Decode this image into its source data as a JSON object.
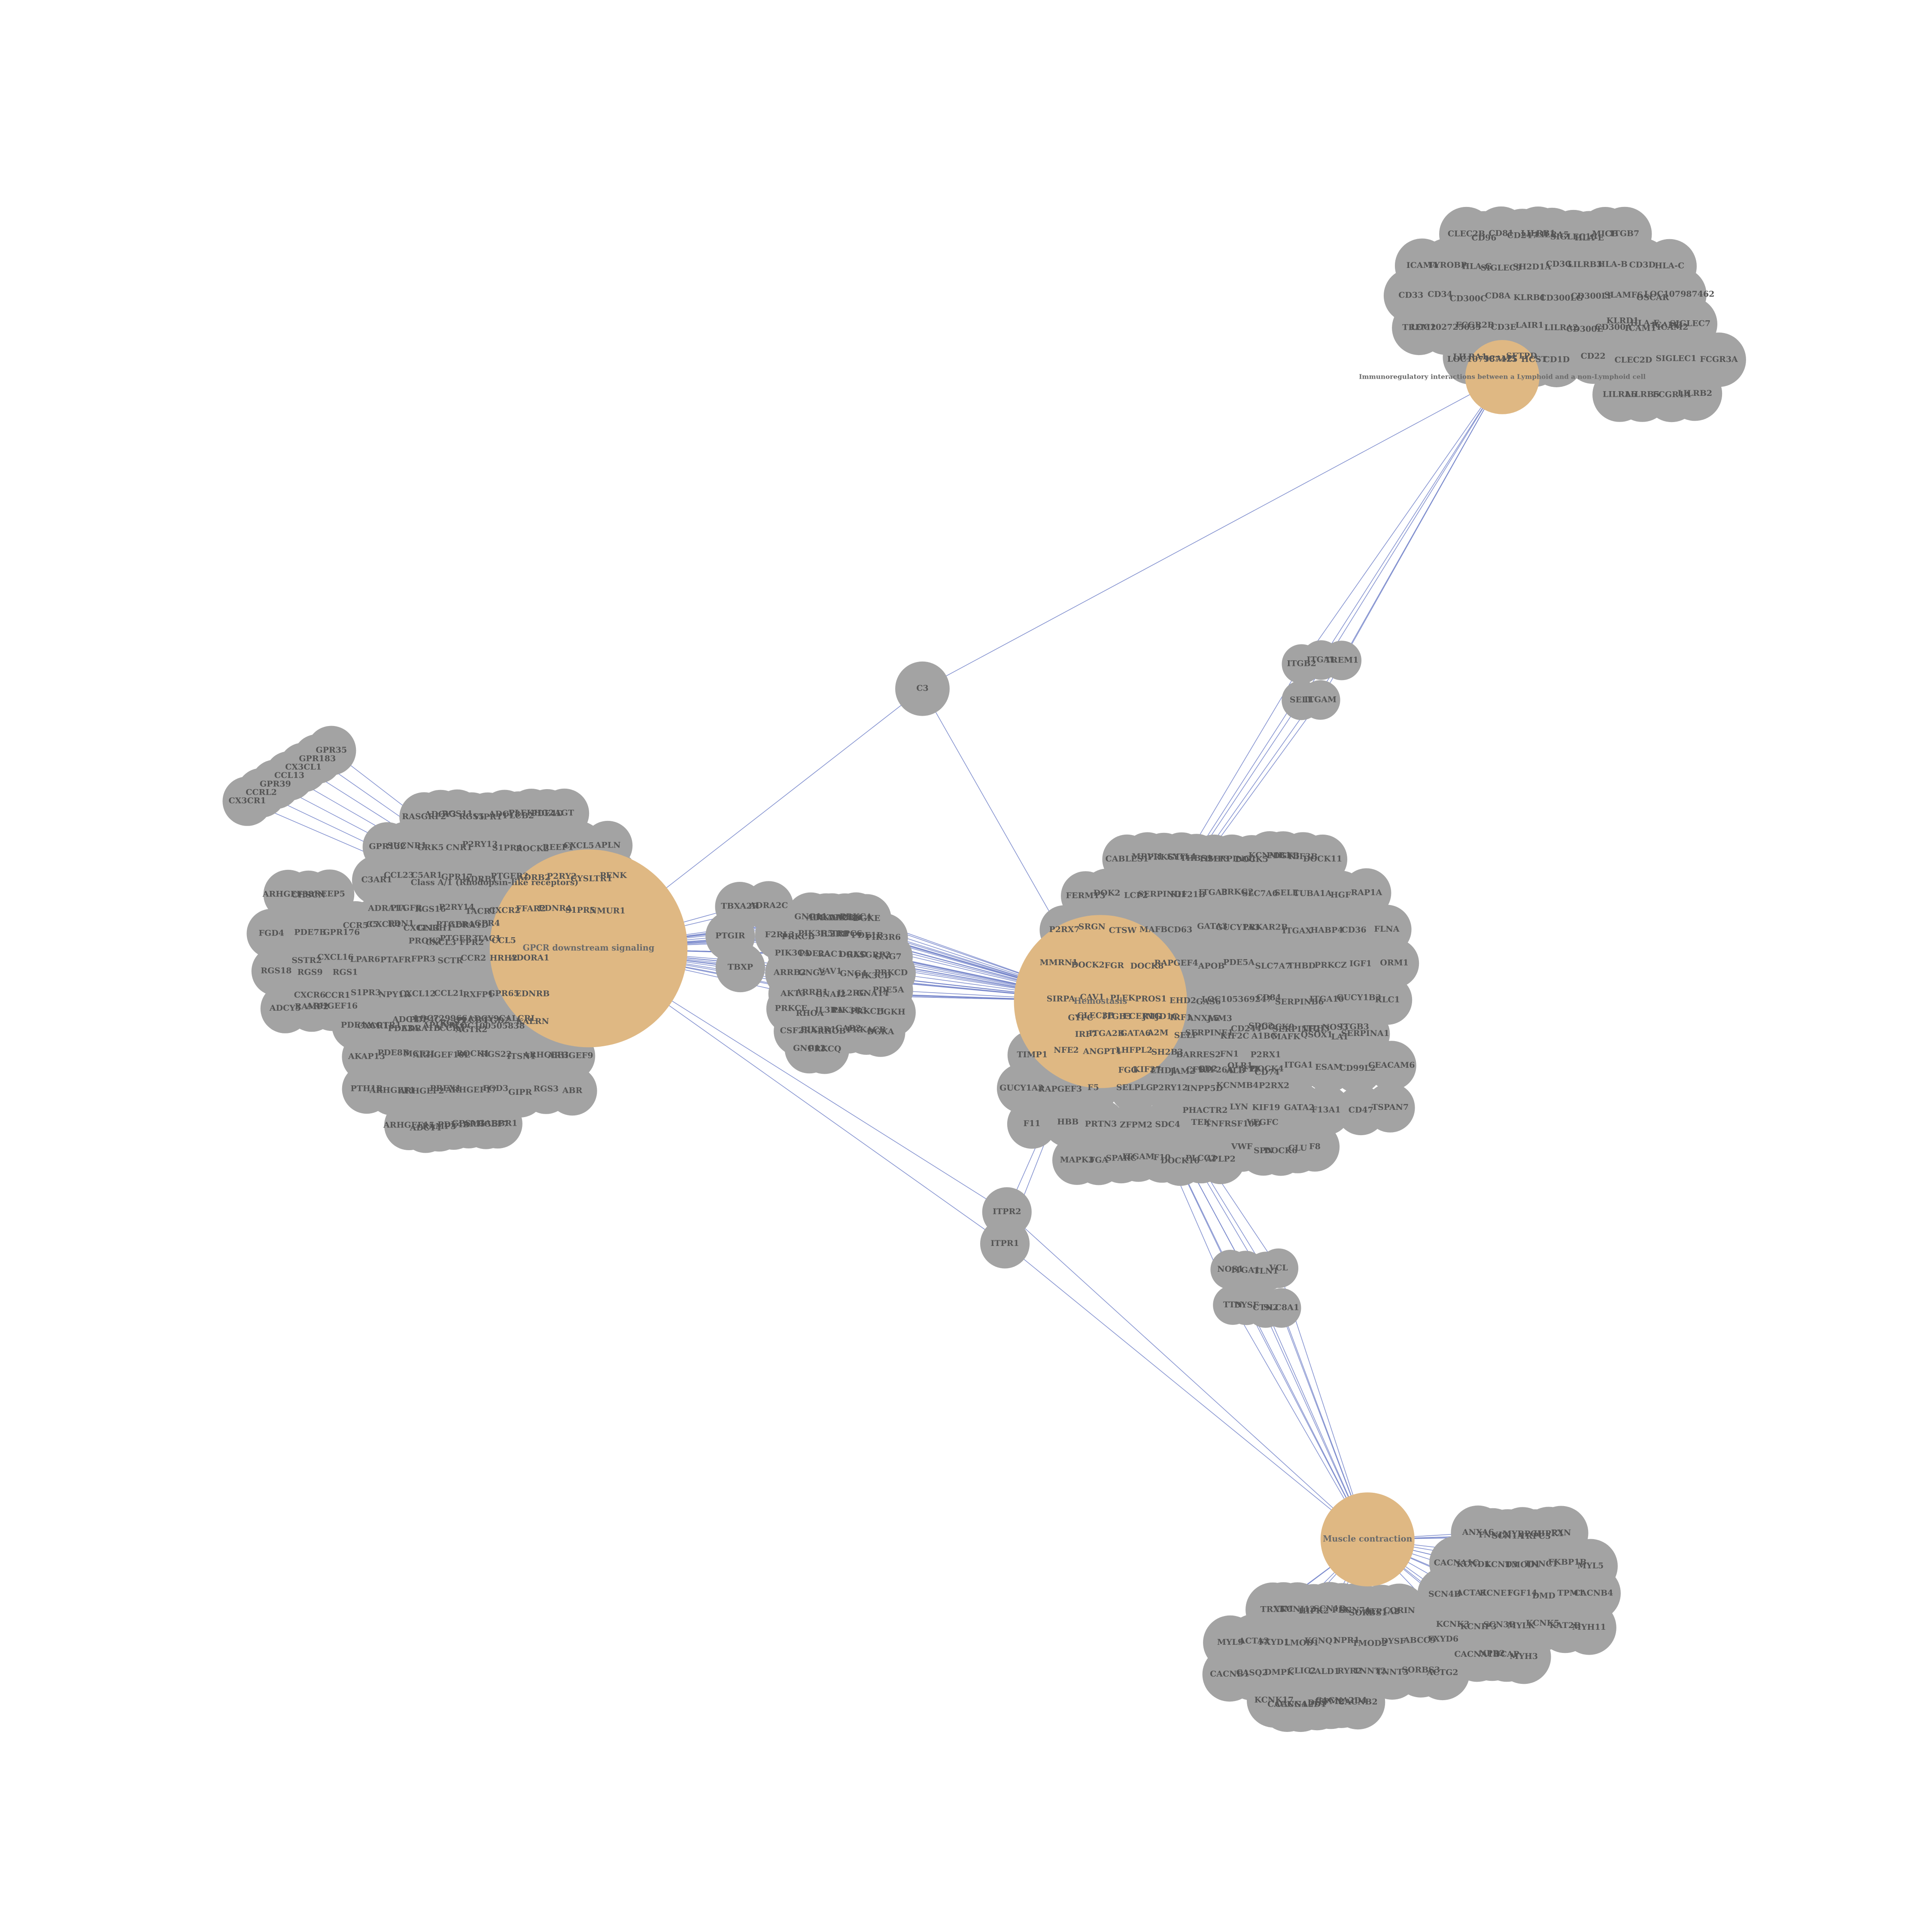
{
  "pathways": [
    {
      "id": "gpcr",
      "label": "GPCR downstream signaling"
    },
    {
      "id": "hemo",
      "label": "Hemostasis"
    },
    {
      "id": "immuno",
      "label": "Immunoregulatory interactions between a Lymphoid and a non-Lymphoid cell"
    },
    {
      "id": "muscle",
      "label": "Muscle contraction"
    }
  ],
  "gene_groups": [
    {
      "id": "g_chemo",
      "genes": [
        "GPR35",
        "GPR183",
        "CX3CL1",
        "CCL13",
        "GPR39",
        "CCRL2",
        "CX3CR1"
      ]
    },
    {
      "id": "g_gpcr",
      "title": "Class A/1 (Rhodopsin-like receptors)",
      "genes": [
        "RASGRF2",
        "ADCY3",
        "RGS11",
        "RGS5",
        "VIPR1",
        "ADCY8",
        "PLCB2",
        "PLEKHG2",
        "PDE4D",
        "AGT",
        "GPR132",
        "SUCNR1",
        "GRK5",
        "CNR1",
        "P2RY13",
        "S1PR4",
        "ROCK2",
        "REEP1",
        "CXCL5",
        "APLN",
        "C3AR1",
        "CCL23",
        "C5AR1",
        "GPR17",
        "ADRB1",
        "PTGER2",
        "ADRB2",
        "P2RY2",
        "CYSLTR1",
        "PENK",
        "ADRA1A",
        "PTGFR",
        "RGS16",
        "P2RY14",
        "TACR1",
        "CXCR2",
        "FFAR2",
        "EDNRA",
        "S1PR5",
        "NMUR1",
        "PROK2",
        "CXCL3",
        "PTGER3",
        "FPR2",
        "TAC1",
        "CCL5",
        "CCR5",
        "C5",
        "CXCR4",
        "EDN1",
        "CXCL13",
        "GNRH1",
        "PTGER4",
        "ADRA1D",
        "GPR4",
        "SSTR2",
        "CXCL16",
        "LPAR6",
        "PTAFR",
        "FPR3",
        "SCTR",
        "CCR2",
        "HRH2",
        "ADORA1",
        "CXCR6",
        "CCR1",
        "S1PR3",
        "NPY1R",
        "CXCL12",
        "CCL21",
        "RXFP1",
        "GPR65",
        "EDNRB",
        "PDE4A",
        "CXCR1",
        "AGTR1",
        "PDE3A",
        "ADRA1B",
        "APLNR",
        "CCR4",
        "AGTR2",
        "LOC100505838",
        "ADCY7",
        "PDE4C",
        "LOC729966",
        "RGS2",
        "PLCB4",
        "ADCY9",
        "FGD2",
        "CALCRL",
        "KALRN",
        "AKAP13",
        "PDE8B",
        "MCF2L",
        "ARHGEF10L",
        "ROCK1",
        "RGS22",
        "ITSN1",
        "ARHGEF3",
        "ARHGEF9",
        "PTH1R",
        "ARHGEF1",
        "ARHGEF2",
        "PREX1",
        "ARHGEF17",
        "FGD3",
        "GIPR",
        "RGS3",
        "ABR",
        "ARHGEF15",
        "ADCY4",
        "RAMP3",
        "PDE4B",
        "GPSM1",
        "ARHGEF7",
        "GABBR1",
        "ARHGEF38",
        "CHSCN",
        "REEP5",
        "FGD4",
        "PDE7B",
        "GPR176",
        "RGS18",
        "RGS9",
        "RGS1",
        "ADCY5",
        "RAMP2",
        "ARHGEF16"
      ]
    },
    {
      "id": "g_bridge1",
      "genes": [
        "TBXA2R",
        "ADRA2C",
        "PTGIR",
        "F2RL3",
        "TBXP"
      ]
    },
    {
      "id": "g_bridge2",
      "genes": [
        "GNG11",
        "ADRA2B",
        "PRKAR2B",
        "DAGLB",
        "PRKCA",
        "DGKE",
        "PRKCB",
        "PIK3R5",
        "IL2RB",
        "TRPC6",
        "PDE1B",
        "PIK3R6",
        "PIK3CA",
        "PDE2A",
        "RAC1",
        "DGKD",
        "RASGRP2",
        "GNG7",
        "ARRB2",
        "GNG2",
        "VAV1",
        "GNG4",
        "PIK3CD",
        "PRKCD",
        "AKT3",
        "ARRB1",
        "GNAI2",
        "IL2RG",
        "GNA14",
        "PDE5A",
        "PRKCE",
        "RHOA",
        "IL3RA",
        "PIK3R3",
        "PRKCH",
        "DGKH",
        "CSF2RA",
        "PIK3R1",
        "RHOB",
        "GAB2",
        "PRKACB",
        "DGKA",
        "GNG12",
        "PRKCQ"
      ]
    },
    {
      "id": "g_c3",
      "genes": [
        "C3"
      ]
    },
    {
      "id": "g_immuno",
      "genes": [
        "CLEC2B",
        "CD96",
        "CD81",
        "CD247",
        "LILRB1",
        "LILRA5",
        "SIGLEC10",
        "HLA-E",
        "MICB",
        "ITGB7",
        "ICAM4",
        "TYROBP",
        "HLA-G",
        "SIGLEC9",
        "SH2D1A",
        "CD3G",
        "LILRB3",
        "HLA-B",
        "CD3D",
        "HLA-C",
        "CD33",
        "CD34",
        "CD300C",
        "CD8A",
        "KLRB1",
        "CD300LG",
        "CD300LF",
        "SLAMF6",
        "OSCAR",
        "LOC107987462",
        "TREM2",
        "LOC102725035",
        "FCGR2B",
        "CD3E",
        "LAIR1",
        "LILRA2",
        "CD300E",
        "CD300A",
        "ICAM1",
        "ICAM2",
        "LILRA1",
        "LOC107987425",
        "ICAM5",
        "SFTPD",
        "HCST",
        "CD1D",
        "KLRD1",
        "HLA-F",
        "ICAM3",
        "SIGLEC7",
        "CD22",
        "CLEC2D",
        "SIGLEC1",
        "FCGR3A",
        "LILRA6",
        "LILRB5",
        "FCGR1A",
        "LILRB2"
      ]
    },
    {
      "id": "g_itgb",
      "genes": [
        "ITGB2",
        "ITGAL",
        "TREM1",
        "SELL",
        "ITGAM"
      ]
    },
    {
      "id": "g_hemo",
      "genes": [
        "CABLES1",
        "MRVI1",
        "PRKG1",
        "SYTL4",
        "THBS1",
        "TIMP3",
        "SERPING1",
        "DOCK5",
        "KCNMB1",
        "PDGFB",
        "KIF3B",
        "DOCK11",
        "FERMT3",
        "DOK2",
        "LCP2",
        "SERPIND1",
        "KIF21B",
        "ITGA3",
        "PRKG2",
        "SLC7A6",
        "SELE",
        "TUBA1A",
        "HGF",
        "RAP1A",
        "P2RX7",
        "SRGN",
        "CTSW",
        "MAFB",
        "CD63",
        "GATA3",
        "GUCY1A3",
        "PRKAR2B",
        "ITGAX",
        "HABP4",
        "CD36",
        "FLNA",
        "MMRN1",
        "DOCK2",
        "FGR",
        "DOCK8",
        "RAPGEF4",
        "APOB",
        "PDE5A",
        "SLC7A7",
        "THBD",
        "PRKCZ",
        "IGF1",
        "ORM1",
        "SIRPA",
        "CAV1",
        "PLEK",
        "PROS1",
        "EHD2",
        "GAS6",
        "LOC105369247",
        "CD84",
        "SERPINB6",
        "ITGA10",
        "GUCY1B3",
        "KLC1",
        "IRF7",
        "ITGA2B",
        "GATA6",
        "A2M",
        "SELP",
        "SERPINE1",
        "KIF2C",
        "A1BG",
        "MAFK",
        "QSOX1",
        "LAT",
        "SERPINA1",
        "FGG",
        "KIF27",
        "EHD1",
        "JAM2",
        "CFD",
        "KIF26A",
        "ALB",
        "TFPI",
        "CD74",
        "GYPC",
        "CLEC3B",
        "ITGB3",
        "FCER1G",
        "JMJD1C",
        "IRF1",
        "ANXA5",
        "JAM3",
        "TIMP1",
        "NFE2",
        "ANGPT1",
        "LHFPL2",
        "SH2B3",
        "BARRES2",
        "FN1",
        "P2RX1",
        "GUCY1A2",
        "RAPGEF3",
        "F5",
        "SELPLG",
        "P2RY12",
        "INPP5D",
        "KCNMB4",
        "P2RX2",
        "F11",
        "HBB",
        "PRTN3",
        "ZFPM2",
        "SDC4",
        "TEK",
        "TNFRSF10D",
        "VEGFC",
        "MAPK3",
        "FGA",
        "SPARC",
        "ITGAM",
        "F10",
        "DOCK10",
        "PLCG2",
        "APLP2",
        "CD244",
        "SDC2",
        "DOCK9",
        "SERPINF2",
        "ITIH3",
        "NOS3",
        "ITGB3",
        "CD2",
        "OLR1",
        "DOCK4",
        "ITGA1",
        "ESAM",
        "CD99L2",
        "CEACAM6",
        "PHACTR2",
        "LYN",
        "KIF19",
        "GATA2",
        "F13A1",
        "CD47",
        "TSPAN7",
        "VWF",
        "SPN",
        "DOCK6",
        "CLU",
        "F8"
      ]
    },
    {
      "id": "g_itpr",
      "genes": [
        "ITPR2",
        "ITPR1"
      ]
    },
    {
      "id": "g_nos",
      "genes": [
        "NOS1",
        "ITGA1",
        "TLN1",
        "VCL",
        "TTN",
        "DYSF",
        "CTN2",
        "SLC8A1"
      ]
    },
    {
      "id": "g_muscle",
      "genes": [
        "ANXA6",
        "TNNI2",
        "SCN1A",
        "MYBPC1",
        "TRPC3",
        "HIPK1",
        "PXN",
        "CACNA1C",
        "KCND1",
        "KCND3",
        "TMOD1",
        "TNNC1",
        "FKBP1B",
        "MYL5",
        "SCN4B",
        "ACTA1",
        "KCNE1",
        "FGF14",
        "DMD",
        "TPM1",
        "CACNB4",
        "KCNK3",
        "KCNIP3",
        "SCN3B",
        "MYLK",
        "KCNK5",
        "KAT2B",
        "MYH11",
        "CACNA1D",
        "NPR2",
        "TCAP",
        "MYH3",
        "TRX5",
        "VIM",
        "KCNJ12",
        "HIPK2",
        "SCN1B",
        "PLN",
        "SCN7A",
        "SORBS1",
        "ATP1A2",
        "CORIN",
        "MYL9",
        "ACTA2",
        "FXYD1",
        "LMOD1",
        "KCNQ1",
        "NPR1",
        "TMOD2",
        "DYSF",
        "ABCC9",
        "FXYD6",
        "CACNB1",
        "CASQ2",
        "DMPK",
        "CLIC2",
        "CALD1",
        "RYR2",
        "TNNT2",
        "TNNT3",
        "SORBS3",
        "ACTG2",
        "KCNK17",
        "CACNG4",
        "CACNA2D1",
        "DES",
        "TPM2",
        "CACNA2D4",
        "CACNB2"
      ]
    }
  ]
}
